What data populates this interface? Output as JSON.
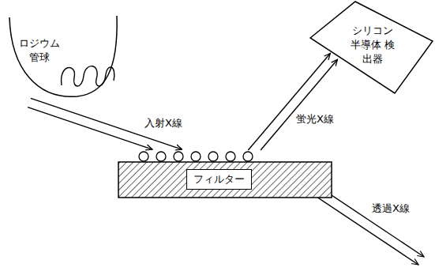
{
  "diagram": {
    "nodes": [
      {
        "text": [
          "ロジウム 管球"
        ]
      },
      {
        "text": [
          "シリコン 半導体 検出器"
        ]
      },
      {
        "text": [
          "フィルター"
        ]
      }
    ],
    "edges": [
      {
        "from": 0,
        "to": 2,
        "label": "入射X線",
        "arrow": "to"
      },
      {
        "from": 2,
        "to": 1,
        "label": "蛍光X線",
        "arrow": "to"
      }
    ],
    "labels": [
      "透過X線"
    ]
  }
}
